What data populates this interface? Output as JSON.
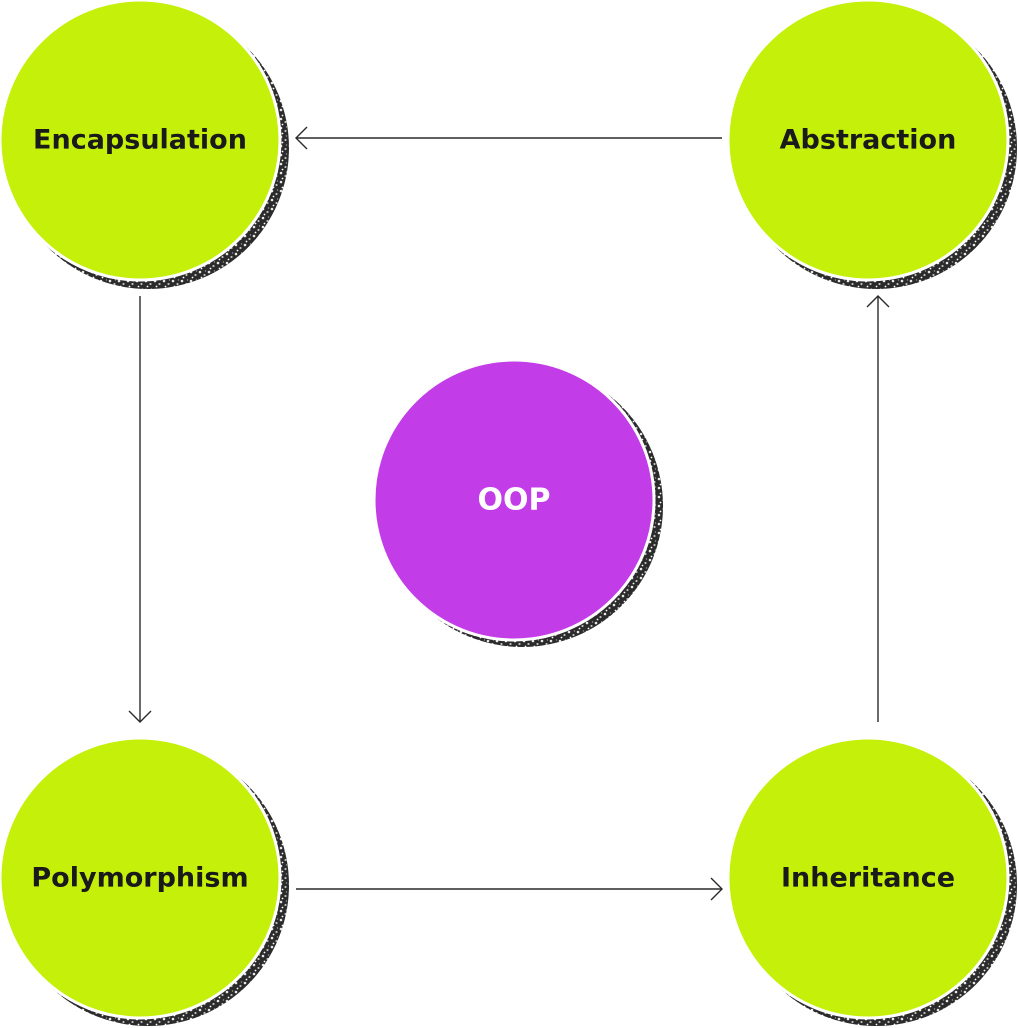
{
  "colors": {
    "pillar_fill": "#c4f00a",
    "center_fill": "#c23de8",
    "pillar_text": "#1a1a1a",
    "center_text": "#ffffff",
    "shadow": "#2b2b2b",
    "edge": "#2a2a2a"
  },
  "nodes": {
    "center": {
      "label": "OOP"
    },
    "encapsulation": {
      "label": "Encapsulation"
    },
    "abstraction": {
      "label": "Abstraction"
    },
    "polymorphism": {
      "label": "Polymorphism"
    },
    "inheritance": {
      "label": "Inheritance"
    }
  },
  "edges": [
    {
      "from": "abstraction",
      "to": "encapsulation"
    },
    {
      "from": "encapsulation",
      "to": "polymorphism"
    },
    {
      "from": "polymorphism",
      "to": "inheritance"
    },
    {
      "from": "inheritance",
      "to": "abstraction"
    }
  ]
}
